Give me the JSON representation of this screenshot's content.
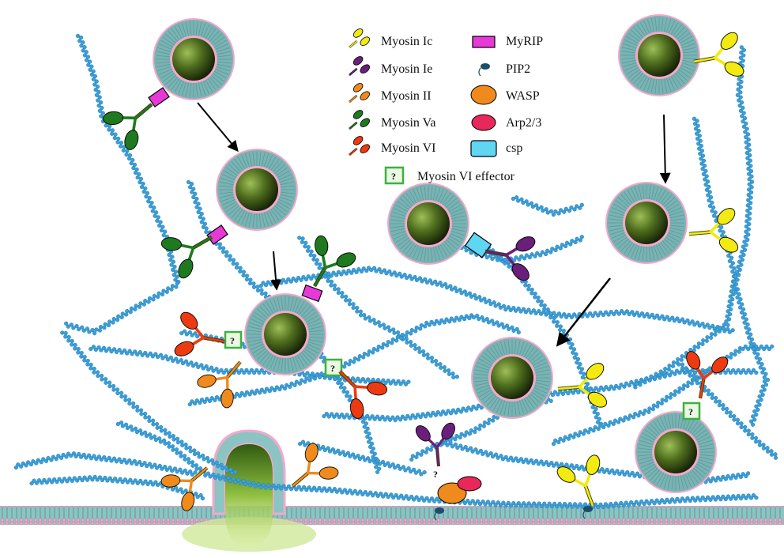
{
  "legend": {
    "myosin_ic": "Myosin Ic",
    "myosin_ie": "Myosin Ie",
    "myosin_ii": "Myosin II",
    "myosin_va": "Myosin Va",
    "myosin_vi": "Myosin VI",
    "myrip": "MyRIP",
    "pip2": "PIP2",
    "wasp": "WASP",
    "arp23": "Arp2/3",
    "csp": "csp",
    "myosin_vi_effector": "Myosin VI effector"
  },
  "effector_mark": "?",
  "unknown_link_mark": "?",
  "colors": {
    "actin": "#3aa0d8",
    "membrane_body": "#79b3b3",
    "membrane_head": "#f2a9c9",
    "vesicle_core": "#2f4a10",
    "myosin_ic": "#f2ea10",
    "myosin_ie": "#6a1f7a",
    "myosin_ii": "#f08a1c",
    "myosin_va": "#1f7a1f",
    "myosin_vi": "#ee3a10",
    "myrip": "#e839d8",
    "pip2": "#1d4d6a",
    "wasp": "#f08a1c",
    "arp23": "#e8285a",
    "csp": "#5fd6f2",
    "effector": "#3fb03f"
  },
  "icons": [
    "myosin-icon",
    "myrip-icon",
    "pip2-icon",
    "wasp-icon",
    "arp23-icon",
    "csp-icon",
    "effector-icon",
    "arrow-icon"
  ]
}
